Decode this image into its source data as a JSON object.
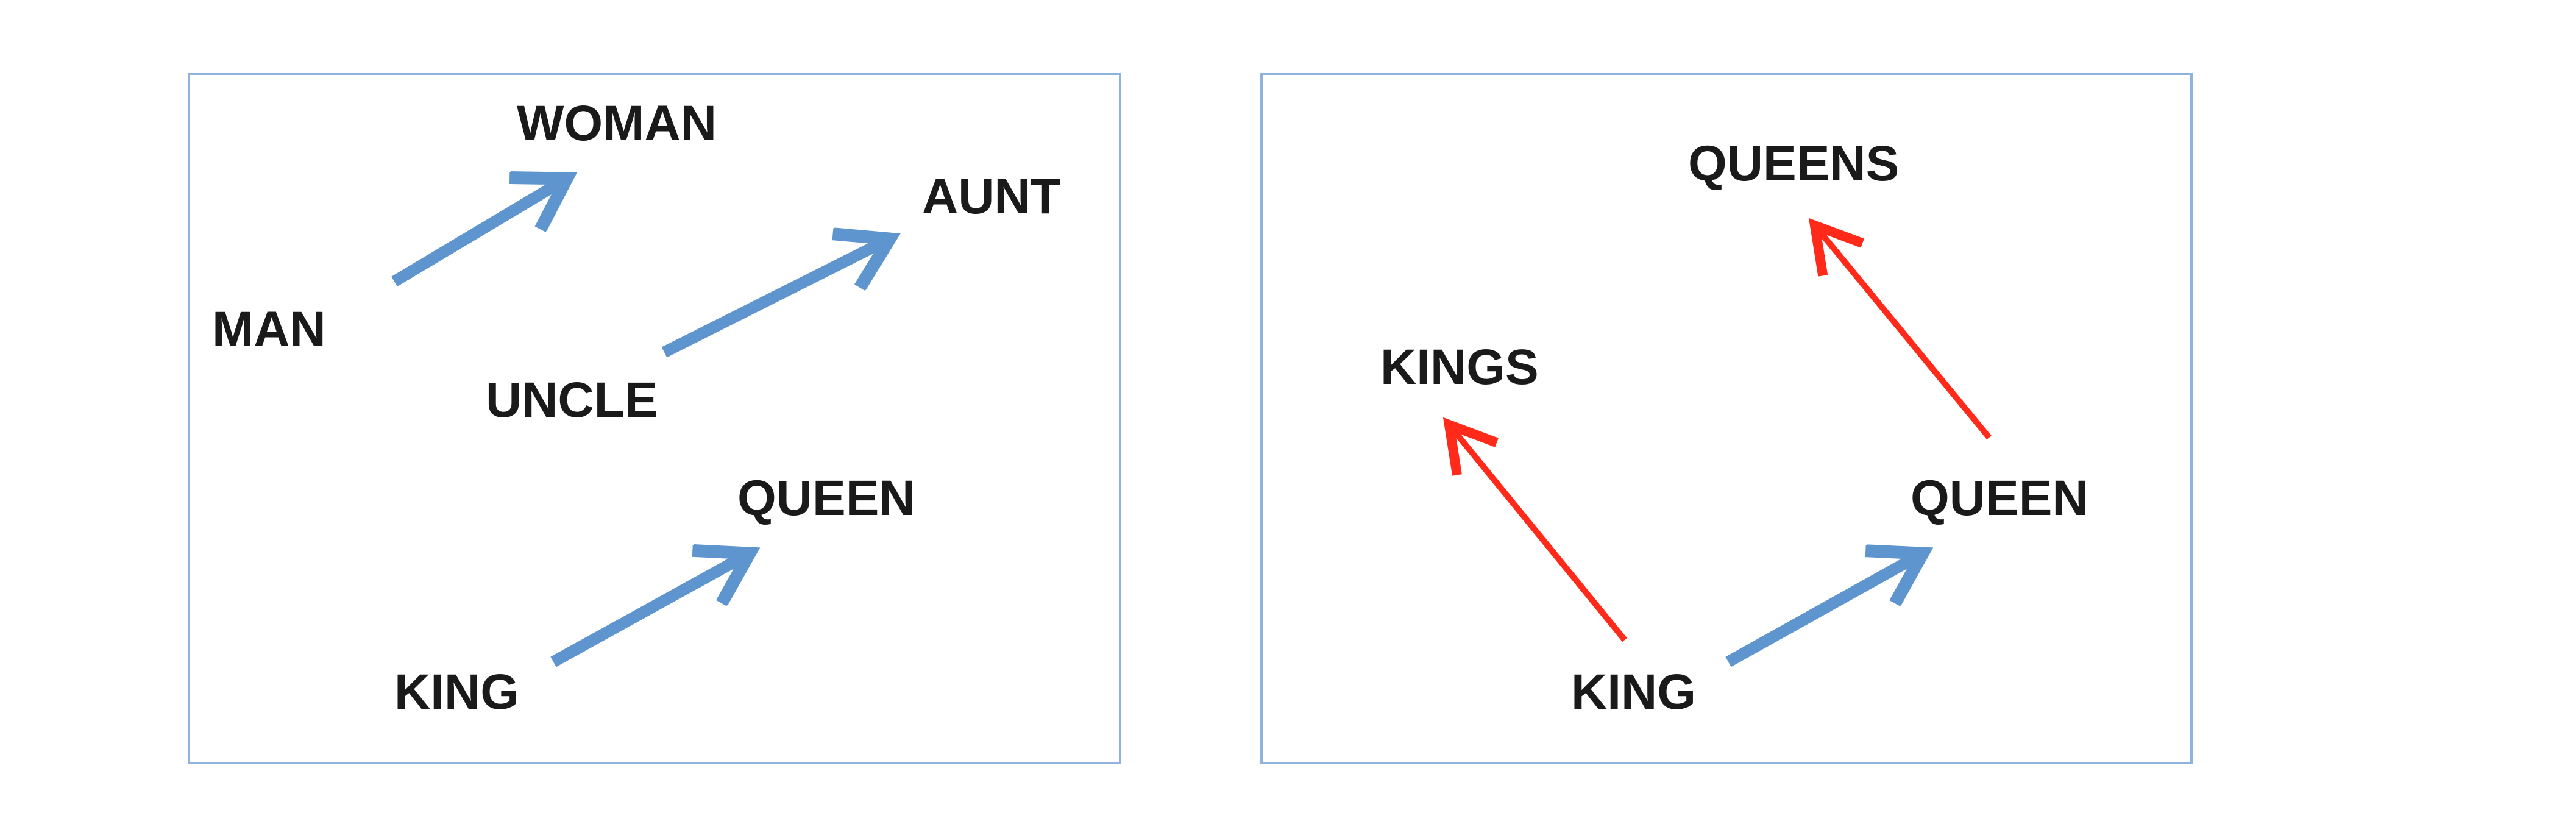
{
  "colors": {
    "panel_border": "#8fb3dc",
    "blue_arrow": "#5f95cf",
    "red_arrow": "#ff2a1a",
    "text": "#1a1a1a"
  },
  "panels": [
    {
      "id": "left",
      "words": {
        "woman": "WOMAN",
        "aunt": "AUNT",
        "man": "MAN",
        "uncle": "UNCLE",
        "queen": "QUEEN",
        "king": "KING"
      },
      "arrows": [
        {
          "from": "MAN",
          "to": "WOMAN",
          "color": "blue"
        },
        {
          "from": "UNCLE",
          "to": "AUNT",
          "color": "blue"
        },
        {
          "from": "KING",
          "to": "QUEEN",
          "color": "blue"
        }
      ]
    },
    {
      "id": "right",
      "words": {
        "queens": "QUEENS",
        "kings": "KINGS",
        "queen": "QUEEN",
        "king": "KING"
      },
      "arrows": [
        {
          "from": "QUEEN",
          "to": "QUEENS",
          "color": "red"
        },
        {
          "from": "KING",
          "to": "KINGS",
          "color": "red"
        },
        {
          "from": "KING",
          "to": "QUEEN",
          "color": "blue"
        }
      ]
    }
  ]
}
